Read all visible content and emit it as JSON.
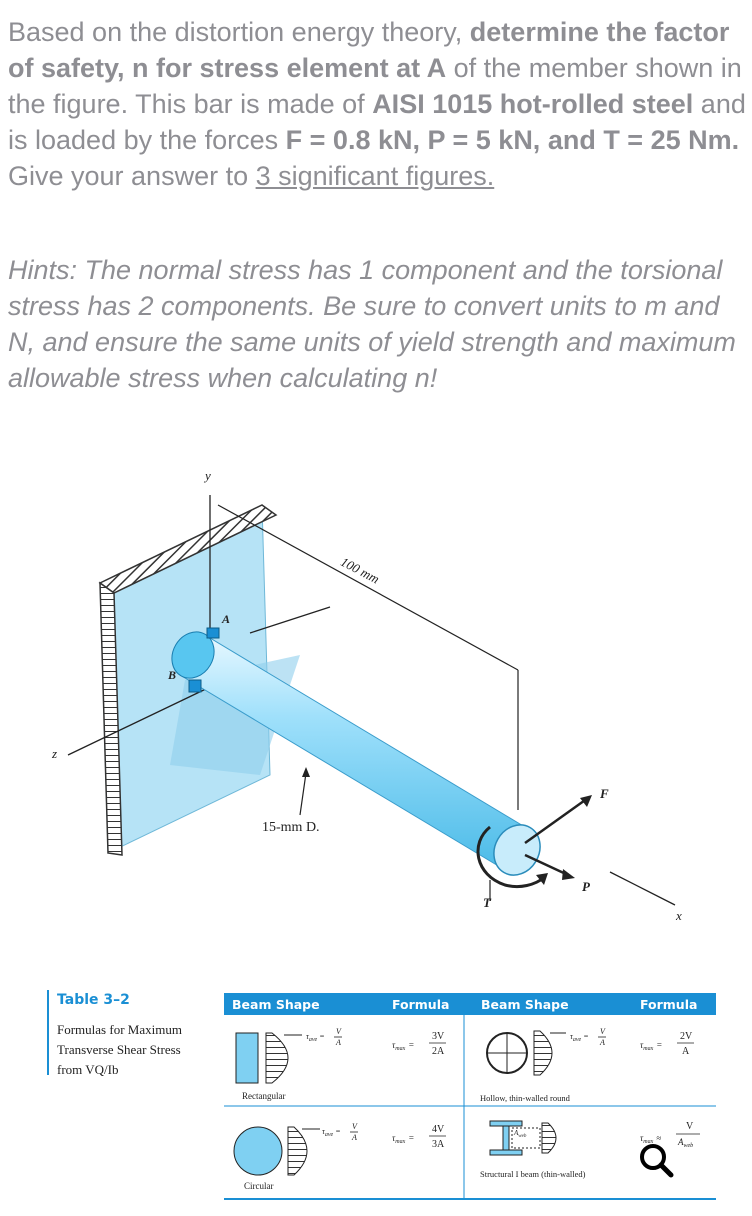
{
  "question": {
    "p1": "Based on the distortion energy theory, ",
    "b1": "determine the factor of safety, n for stress element at A",
    "p2": " of the member shown in the figure. This bar is made of ",
    "b2": "AISI 1015 hot-rolled steel",
    "p3": " and is loaded by the forces ",
    "b3": "F = 0.8 kN, P = 5 kN, and T = 25 Nm.",
    "p4": " Give your answer to ",
    "u1": "3 significant figures."
  },
  "hint": "Hints: The normal stress has 1 component and the torsional stress has 2 components. Be sure to convert units to m and N, and ensure the same units of yield strength and maximum allowable stress when calculating n!",
  "figure": {
    "axis_y": "y",
    "axis_z": "z",
    "axis_x": "x",
    "point_a": "A",
    "point_b": "B",
    "dim_length": "100 mm",
    "dim_diameter": "15-mm D.",
    "force_f": "F",
    "force_p": "P",
    "torque_t": "T"
  },
  "table": {
    "title": "Table 3–2",
    "desc_line1": "Formulas for Maximum",
    "desc_line2": "Transverse Shear Stress",
    "desc_line3": "from VQ/Ib",
    "headers": [
      "Beam Shape",
      "Formula",
      "Beam Shape",
      "Formula"
    ],
    "rows": [
      {
        "left_label": "Rectangular",
        "left_formula_num": "3V",
        "left_formula_den": "2A",
        "right_label": "Hollow, thin-walled round",
        "right_formula_num": "2V",
        "right_formula_den": "A"
      },
      {
        "left_label": "Circular",
        "left_formula_num": "4V",
        "left_formula_den": "3A",
        "right_label": "Structural I beam (thin-walled)",
        "right_formula_num": "V",
        "right_formula_den": "A"
      }
    ],
    "tau_max": "τ",
    "tau_max_sub": "max",
    "tau_ave": "τ",
    "tau_ave_sub": "ave",
    "ave_num": "V",
    "ave_den": "A",
    "a_web": "A",
    "a_web_sub": "web",
    "eq": "=",
    "approx": "≈"
  },
  "colors": {
    "text_gray": "#8e8e93",
    "accent_blue": "#1a8fd4",
    "plate_blue": "#a9dcf3",
    "bar_blue": "#7fd0f2"
  },
  "icons": {
    "search": "search-icon"
  }
}
